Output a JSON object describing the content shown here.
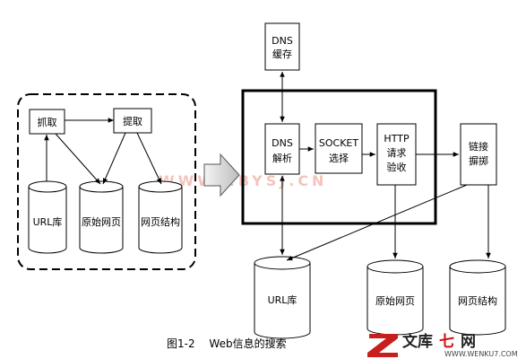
{
  "left_group": {
    "crawl": "抓取",
    "extract": "提取",
    "url_db": "URL库",
    "raw_pages": "原始网页",
    "page_struct": "网页结构"
  },
  "right_group": {
    "dns_cache": [
      "DNS",
      "缓存"
    ],
    "dns_resolve": [
      "DNS",
      "解析"
    ],
    "socket_select": [
      "SOCKET",
      "选择"
    ],
    "http_verify": [
      "HTTP",
      "请求",
      "验收"
    ],
    "link_parse": [
      "链接",
      "摒掷"
    ],
    "url_db": "URL库",
    "raw_pages": "原始网页",
    "page_struct": "网页结构"
  },
  "watermark": "WWW.2BYSJ.CN",
  "caption": "图1-2　 Web信息的搜索",
  "logo": {
    "text_black": "文库",
    "text_red": "七",
    "text_net": "网",
    "url": "WWW.WENKU7.COM"
  }
}
